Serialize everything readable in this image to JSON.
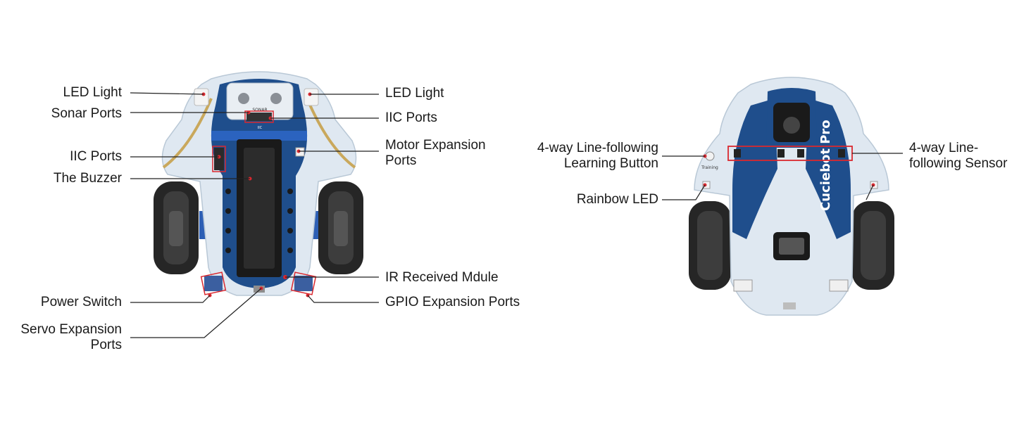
{
  "colors": {
    "board_blue": "#1f4e8c",
    "board_light": "#dfe8f1",
    "tire": "#2a2a2a",
    "callout_red": "#d9282f",
    "leader_line": "#222222",
    "gold_trim": "#c9a85c"
  },
  "front_view": {
    "silkscreen": {
      "sonar": "SONAR",
      "iic": "IIC"
    },
    "labels_left": {
      "led_light": "LED Light",
      "sonar_ports": "Sonar Ports",
      "iic_ports": "IIC Ports",
      "buzzer": "The Buzzer",
      "power_switch": "Power Switch",
      "servo_line1": "Servo Expansion",
      "servo_line2": "Ports"
    },
    "labels_right": {
      "led_light": "LED Light",
      "iic_ports": "IIC Ports",
      "motor_line1": "Motor Expansion",
      "motor_line2": "Ports",
      "ir_module": "IR Received Mdule",
      "gpio_ports": "GPIO Expansion Ports"
    }
  },
  "bottom_view": {
    "silkscreen": {
      "brand": "Cuciebot Pro",
      "training": "Training"
    },
    "labels_left": {
      "learning_line1": "4-way Line-following",
      "learning_line2": "Learning Button",
      "rainbow_led": "Rainbow LED"
    },
    "labels_right": {
      "sensor_line1": "4-way Line-",
      "sensor_line2": "following Sensor"
    }
  }
}
